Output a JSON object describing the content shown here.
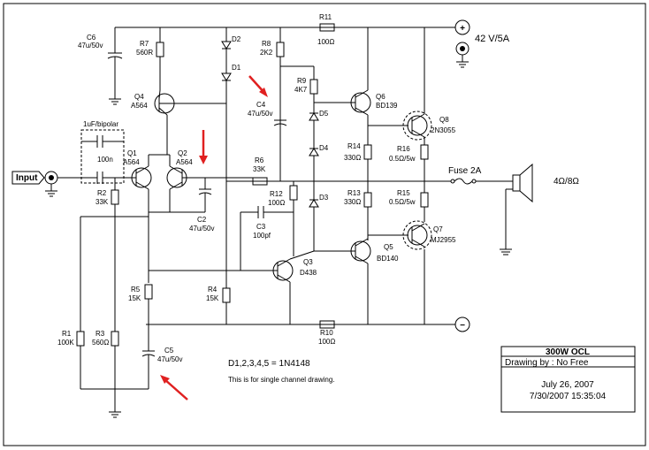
{
  "supply": {
    "positive": "+",
    "voltage": "42 V/5A",
    "negative": "−"
  },
  "input_label": "Input",
  "fuse": "Fuse 2A",
  "speaker": "4Ω/8Ω",
  "bipolar_cap": "1uF/bipolar",
  "cap_100n": "100n",
  "note_diodes": "D1,2,3,4,5  = 1N4148",
  "note_channel": "This is for single channel drawing.",
  "components": {
    "c6": [
      "C6",
      "47u/50v"
    ],
    "r7": [
      "R7",
      "560R"
    ],
    "d2": "D2",
    "d1": "D1",
    "r8": [
      "R8",
      "2K2"
    ],
    "r11": [
      "R11",
      "100Ω"
    ],
    "q4": [
      "Q4",
      "A564"
    ],
    "r9": [
      "R9",
      "4K7"
    ],
    "c4": [
      "C4",
      "47u/50v"
    ],
    "d5": "D5",
    "q6": [
      "Q6",
      "BD139"
    ],
    "q8": [
      "Q8",
      "2N3055"
    ],
    "q1": [
      "Q1",
      "A564"
    ],
    "q2": [
      "Q2",
      "A564"
    ],
    "r2": [
      "R2",
      "33K"
    ],
    "c2": [
      "C2",
      "47u/50v"
    ],
    "r6": [
      "R6",
      "33K"
    ],
    "d4": "D4",
    "r14": [
      "R14",
      "330Ω"
    ],
    "r16": [
      "R16",
      "0.5Ω/5w"
    ],
    "r12": [
      "R12",
      "100Ω"
    ],
    "d3": "D3",
    "r13": [
      "R13",
      "330Ω"
    ],
    "r15": [
      "R15",
      "0.5Ω/5w"
    ],
    "c3": [
      "C3",
      "100pf"
    ],
    "q5": [
      "Q5",
      "BD140"
    ],
    "q7": [
      "Q7",
      "MJ2955"
    ],
    "q3": [
      "Q3",
      "D438"
    ],
    "r5": [
      "R5",
      "15K"
    ],
    "r4": [
      "R4",
      "15K"
    ],
    "r10": [
      "R10",
      "100Ω"
    ],
    "r1": [
      "R1",
      "100K"
    ],
    "r3": [
      "R3",
      "560Ω"
    ],
    "c5": [
      "C5",
      "47u/50v"
    ]
  },
  "title_block": {
    "title": "300W OCL",
    "drawing_by": "Drawing by : No Free",
    "date": "July 26, 2007",
    "datetime": "7/30/2007 15:35:04"
  }
}
